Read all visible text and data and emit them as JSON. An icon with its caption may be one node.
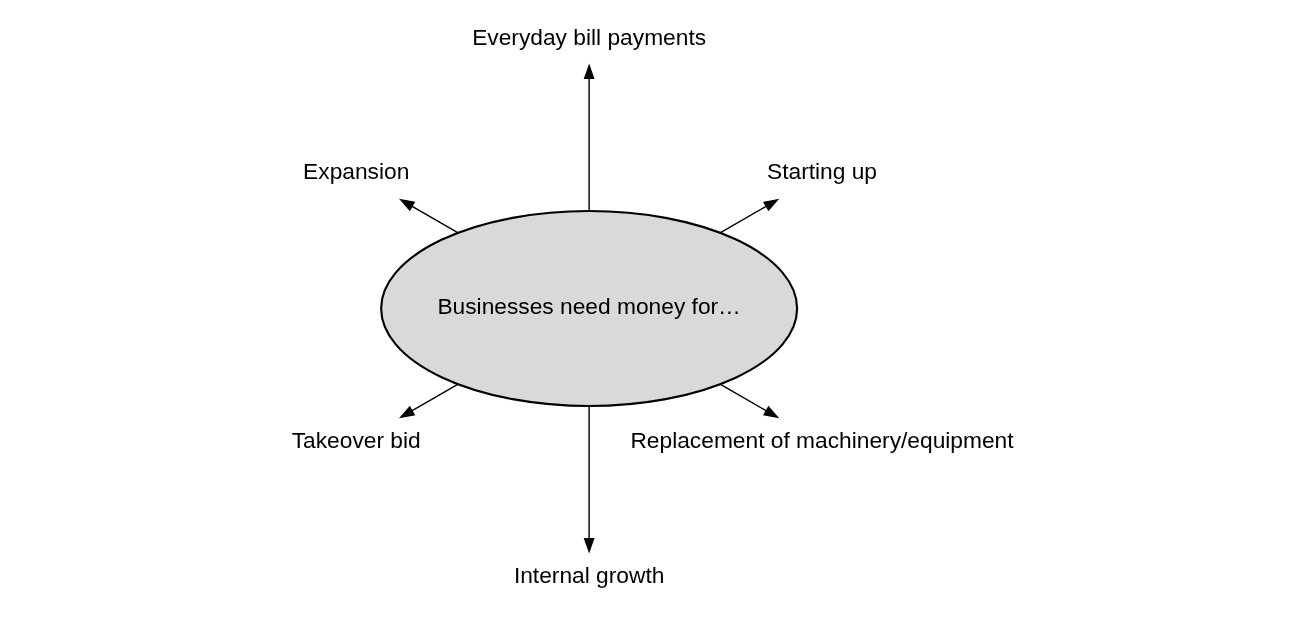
{
  "diagram": {
    "nodes": [
      {
        "text": [
          "Businesses need money for…"
        ]
      },
      {
        "text": [
          "Starting up"
        ]
      },
      {
        "text": [
          "Everyday bill payments"
        ]
      },
      {
        "text": [
          "Expansion"
        ]
      },
      {
        "text": [
          "Takeover bid"
        ]
      },
      {
        "text": [
          "Internal growth"
        ]
      },
      {
        "text": [
          "Replacement of machinery/equipment"
        ]
      }
    ],
    "edges": [
      {
        "from": 0,
        "to": 1,
        "arrow": "to"
      },
      {
        "from": 0,
        "to": 2,
        "arrow": "to"
      },
      {
        "from": 0,
        "to": 3,
        "arrow": "to"
      },
      {
        "from": 0,
        "to": 4,
        "arrow": "to"
      },
      {
        "from": 0,
        "to": 5,
        "arrow": "to"
      },
      {
        "from": 0,
        "to": 6,
        "arrow": "to"
      }
    ]
  }
}
